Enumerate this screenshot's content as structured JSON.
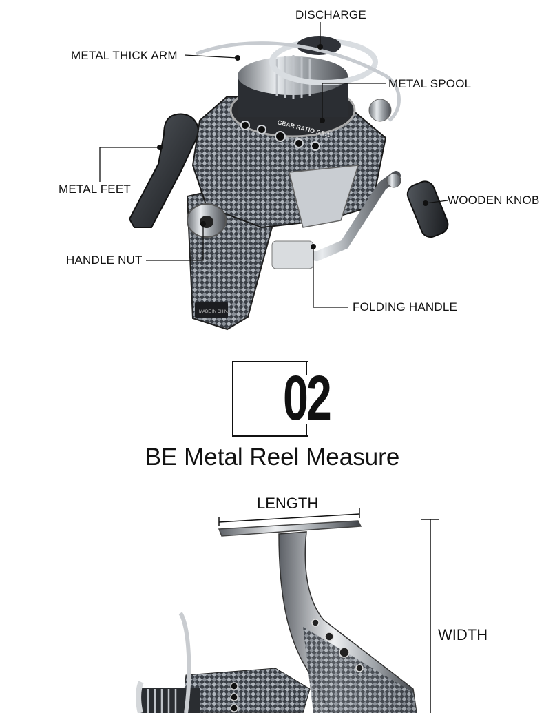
{
  "callouts": {
    "discharge": "DISCHARGE",
    "metal_thick_arm": "METAL THICK ARM",
    "metal_spool": "METAL SPOOL",
    "metal_feet": "METAL FEET",
    "wooden_knob": "WOODEN KNOB",
    "handle_nut": "HANDLE NUT",
    "folding_handle": "FOLDING HANDLE"
  },
  "reel_markings": {
    "gear_ratio": "GEAR RATIO 5.5:1",
    "made_in": "MADE IN CHINA"
  },
  "section": {
    "number": "02",
    "title": "BE Metal Reel Measure"
  },
  "dimensions": {
    "length": "LENGTH",
    "width": "WIDTH"
  }
}
